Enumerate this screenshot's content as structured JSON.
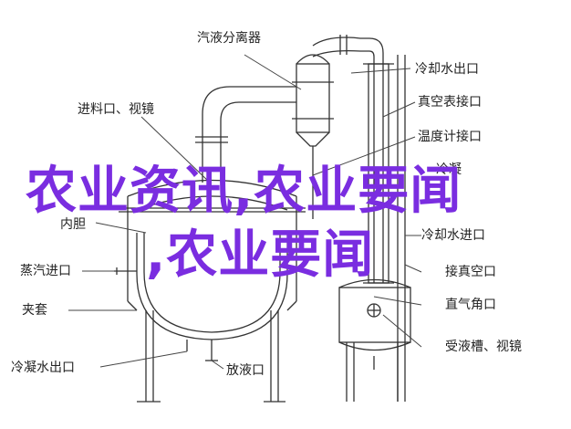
{
  "labels": {
    "separator": "汽液分离器",
    "feed_port": "进料口、视镜",
    "liner": "内胆",
    "steam_inlet": "蒸汽进口",
    "jacket": "夹套",
    "condensate_outlet": "冷凝水出口",
    "discharge_port": "放液口",
    "cooling_water_outlet": "冷却水出口",
    "vacuum_gauge_port": "真空表接口",
    "thermometer_port": "温度计接口",
    "partial_hidden": "冷凝",
    "cooling_water_inlet": "冷却水进口",
    "vacuum_port": "接真空口",
    "elbow_port": "直气角口",
    "receiver_sightglass": "受液槽、视镜"
  },
  "overlay": {
    "line1": "农业资讯,农业要闻",
    "line2": ",农业要闻",
    "color": "#7a2de0"
  }
}
